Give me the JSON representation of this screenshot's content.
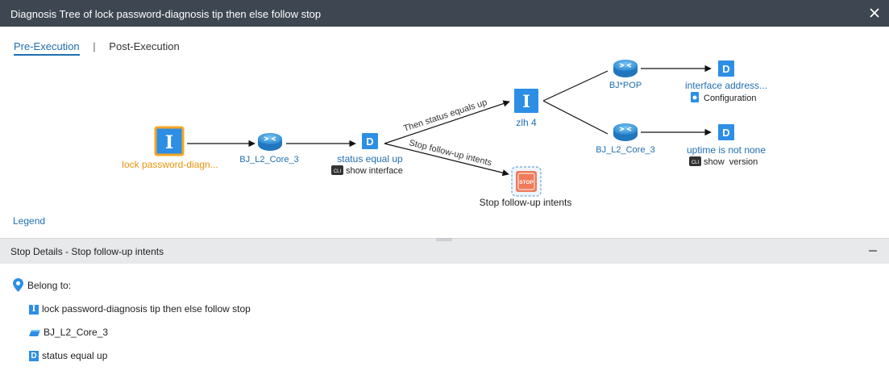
{
  "window": {
    "title": "Diagnosis Tree of lock password-diagnosis tip then else follow stop",
    "close_icon": "close-icon"
  },
  "tabs": [
    {
      "label": "Pre-Execution",
      "active": true
    },
    {
      "label": "Post-Execution",
      "active": false
    }
  ],
  "tab_separator": "|",
  "tree": {
    "nodes": {
      "root": {
        "label": "lock password-diagn...",
        "icon": "I"
      },
      "core3_first": {
        "label": "BJ_L2_Core_3"
      },
      "status": {
        "label": "status equal up",
        "icon": "D",
        "sub_badge": "CLI",
        "sub_label": "show interface"
      },
      "zlh": {
        "label": "zlh 4",
        "icon": "I"
      },
      "stop": {
        "label": "Stop follow-up intents",
        "icon": "STOP"
      },
      "pop": {
        "label": "BJ*POP"
      },
      "core3_second": {
        "label": "BJ_L2_Core_3"
      },
      "iface": {
        "label": "interface address...",
        "icon": "D",
        "sub_label": "Configuration"
      },
      "uptime": {
        "label": "uptime is not none",
        "icon": "D",
        "sub_badge": "CLI",
        "sub_label": "show  version"
      }
    },
    "edge_labels": {
      "then": "Then status equals up",
      "stop": "Stop follow-up intents"
    }
  },
  "legend_link": "Legend",
  "details": {
    "title": "Stop Details - Stop follow-up intents",
    "collapse_icon": "minus-icon",
    "belong_to_label": "Belong to:",
    "items": [
      {
        "icon": "I",
        "label": "lock password-diagnosis tip then else follow stop"
      },
      {
        "icon": "device",
        "label": "BJ_L2_Core_3"
      },
      {
        "icon": "D",
        "label": "status equal up"
      }
    ]
  },
  "colors": {
    "title_bg": "#3e4651",
    "accent_blue": "#1f6fb2",
    "node_blue": "#2d8ee6",
    "root_orange": "#f5a623",
    "root_label": "#e8930c",
    "stop_red": "#f07a5a",
    "details_bg": "#e8e9eb"
  }
}
